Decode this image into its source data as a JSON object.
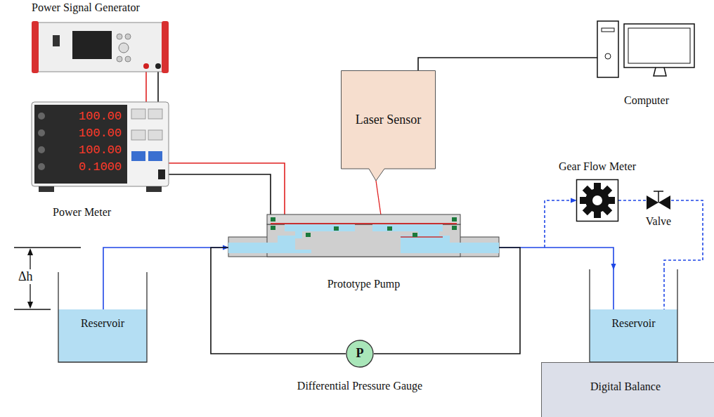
{
  "diagram": {
    "nodes": [
      {
        "text": [
          "Power Signal Generator"
        ]
      },
      {
        "text": [
          "Power Meter",
          "100.00",
          "100.00",
          "100.00",
          "0.1000"
        ]
      },
      {
        "text": [
          "Laser Sensor"
        ]
      },
      {
        "text": [
          "Computer"
        ]
      },
      {
        "text": [
          "Gear Flow Meter"
        ]
      },
      {
        "text": [
          "Valve"
        ]
      },
      {
        "text": [
          "Prototype Pump"
        ]
      },
      {
        "text": [
          "Reservoir"
        ]
      },
      {
        "text": [
          "Reservoir"
        ]
      },
      {
        "text": [
          "Digital Balance"
        ]
      },
      {
        "text": [
          "P",
          "Differential Pressure Gauge"
        ]
      }
    ],
    "edges": [
      {
        "from": 0,
        "to": 1,
        "arrow": "none"
      },
      {
        "from": 1,
        "to": 6,
        "arrow": "none"
      },
      {
        "from": 2,
        "to": 3,
        "arrow": "none"
      },
      {
        "from": 2,
        "to": 6,
        "arrow": "none"
      },
      {
        "from": 7,
        "to": 6,
        "arrow": "to"
      },
      {
        "from": 6,
        "to": 8,
        "arrow": "to"
      },
      {
        "from": 6,
        "to": 4,
        "arrow": "to"
      },
      {
        "from": 4,
        "to": 5,
        "arrow": "none"
      },
      {
        "from": 5,
        "to": 8,
        "arrow": "none"
      },
      {
        "from": 10,
        "to": 6,
        "arrow": "none"
      },
      {
        "from": 10,
        "to": 6,
        "arrow": "none"
      }
    ],
    "labels": [
      "Δh"
    ]
  }
}
